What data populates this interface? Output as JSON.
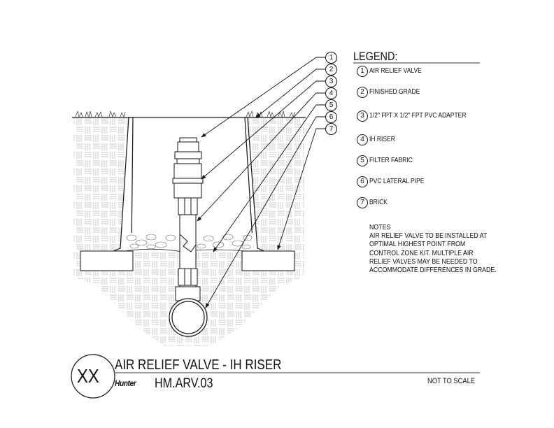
{
  "legend": {
    "title": "LEGEND:",
    "items": [
      {
        "num": "1",
        "label": "AIR RELIEF VALVE"
      },
      {
        "num": "2",
        "label": "FINISHED GRADE"
      },
      {
        "num": "3",
        "label": "1/2\" FPT X 1/2\" FPT PVC ADAPTER"
      },
      {
        "num": "4",
        "label": "IH RISER"
      },
      {
        "num": "5",
        "label": "FILTER FABRIC"
      },
      {
        "num": "6",
        "label": "PVC LATERAL PIPE"
      },
      {
        "num": "7",
        "label": "BRICK"
      }
    ]
  },
  "notes": {
    "heading": "NOTES",
    "lines": [
      "AIR RELIEF VALVE TO BE INSTALLED AT",
      "OPTIMAL HIGHEST POINT FROM",
      "CONTROL ZONE KIT.  MULTIPLE AIR",
      "RELIEF VALVES MAY BE NEEDED TO",
      "ACCOMMODATE DIFFERENCES IN GRADE."
    ]
  },
  "callouts": [
    "1",
    "2",
    "3",
    "4",
    "5",
    "6",
    "7"
  ],
  "title_block": {
    "detail_id": "XX",
    "title": "AIR RELIEF VALVE - IH RISER",
    "brand": "Hunter",
    "drawing_number": "HM.ARV.03",
    "scale": "NOT TO SCALE"
  }
}
